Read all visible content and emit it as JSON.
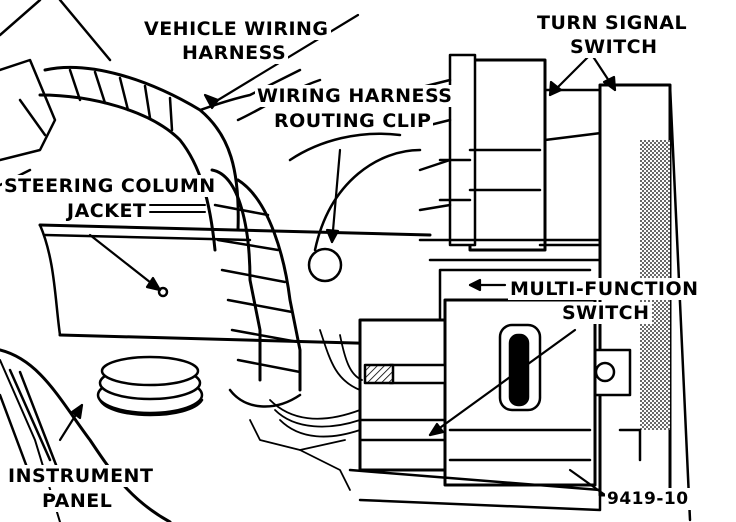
{
  "labels": {
    "vehicle_wiring_harness_l1": "VEHICLE WIRING",
    "vehicle_wiring_harness_l2": "HARNESS",
    "turn_signal_switch_l1": "TURN SIGNAL",
    "turn_signal_switch_l2": "SWITCH",
    "routing_clip_l1": "WIRING HARNESS",
    "routing_clip_l2": "ROUTING CLIP",
    "column_jacket_l1": "STEERING COLUMN",
    "column_jacket_l2": "JACKET",
    "multi_function_l1": "MULTI-FUNCTION",
    "multi_function_l2": "SWITCH",
    "instrument_panel_l1": "INSTRUMENT",
    "instrument_panel_l2": "PANEL",
    "figure_number": "9419-10"
  },
  "colors": {
    "ink": "#000000",
    "paper": "#ffffff",
    "shade": "#b0b0b0"
  }
}
